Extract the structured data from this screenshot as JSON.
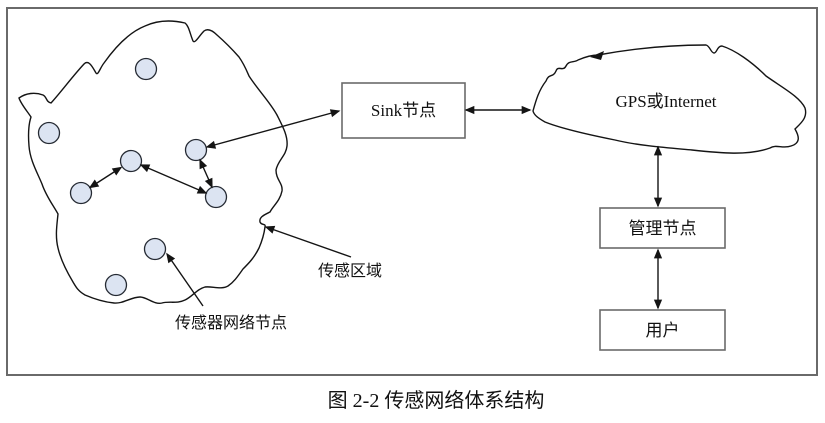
{
  "figure": {
    "caption": "图 2-2 传感网络体系结构"
  },
  "diagram": {
    "sink_box": "Sink节点",
    "cloud": "GPS或Internet",
    "management_box": "管理节点",
    "user_box": "用户",
    "sensing_region_label": "传感区域",
    "sensor_node_label": "传感器网络节点",
    "sensor_node_count": 8,
    "colors": {
      "background": "#ffffff",
      "line": "#141414",
      "sensor_node_fill": "#dce4f2",
      "sensor_node_stroke": "#252a33",
      "box_border": "#6a6a6a",
      "outer_border": "#6a6a6a",
      "text": "#111111"
    }
  }
}
